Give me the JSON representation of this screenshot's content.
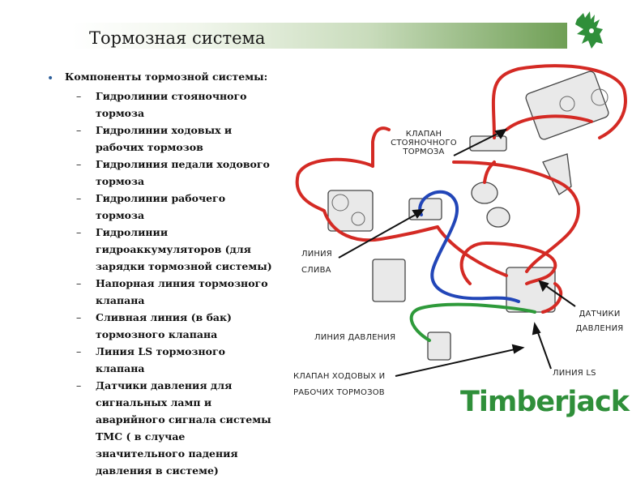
{
  "slide": {
    "title": "Тормозная система",
    "bullet_symbol": "•",
    "heading": "Компоненты тормозной системы:",
    "dash": "–",
    "items": [
      "Гидролинии стояночного тормоза",
      "Гидролинии ходовых и рабочих тормозов",
      "Гидролиния педали ходового тормоза",
      "Гидролинии рабочего тормоза",
      "Гидролинии гидроаккумуляторов (для зарядки тормозной системы)",
      "Напорная линия тормозного клапана",
      "Сливная линия (в бак) тормозного клапана",
      "Линия LS тормозного клапана",
      "Датчики давления для сигнальных ламп и аварийного сигнала системы ТМС ( в случае значительного падения давления в системе)"
    ]
  },
  "diagram": {
    "labels": {
      "parking_valve_1": "КЛАПАН",
      "parking_valve_2": "СТОЯНОЧНОГО",
      "parking_valve_3": "ТОРМОЗА",
      "drain_line_1": "ЛИНИЯ",
      "drain_line_2": "СЛИВА",
      "pressure_line": "ЛИНИЯ ДАВЛЕНИЯ",
      "sensors_1": "ДАТЧИКИ",
      "sensors_2": "ДАВЛЕНИЯ",
      "service_valve_1": "КЛАПАН ХОДОВЫХ И",
      "service_valve_2": "РАБОЧИХ ТОРМОЗОВ",
      "ls_line": "ЛИНИЯ LS"
    },
    "colors": {
      "red_line": "#d42a24",
      "blue_line": "#2246b8",
      "green_line": "#2e9a3a"
    }
  },
  "brand": {
    "name": "Timberjack",
    "color": "#2f8f3a"
  }
}
